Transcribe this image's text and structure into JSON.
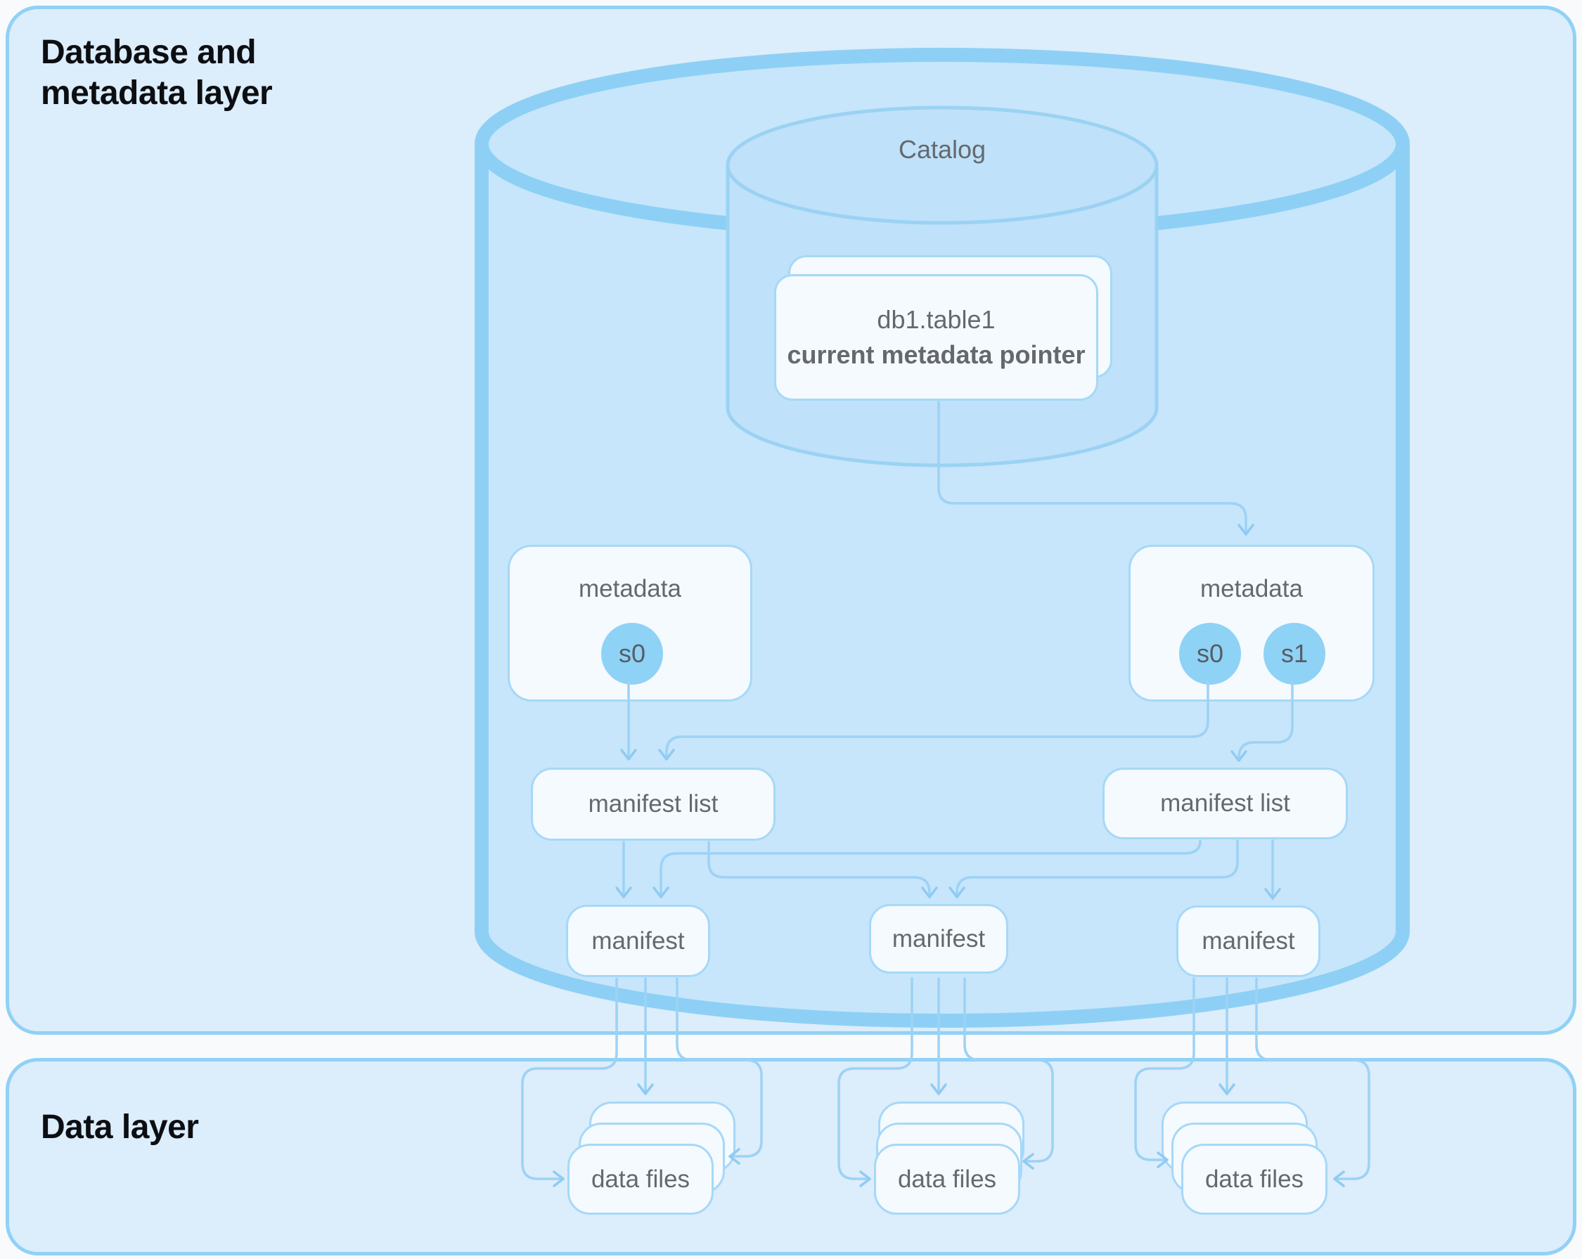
{
  "layers": {
    "metadata_layer": {
      "title_line1": "Database and",
      "title_line2": "metadata layer"
    },
    "data_layer": {
      "title": "Data layer"
    }
  },
  "catalog": {
    "label": "Catalog",
    "pointer_card": {
      "table_name": "db1.table1",
      "subtitle": "current metadata pointer"
    }
  },
  "metadata_files": [
    {
      "label": "metadata",
      "snapshots": [
        "s0"
      ]
    },
    {
      "label": "metadata",
      "snapshots": [
        "s0",
        "s1"
      ]
    }
  ],
  "manifest_lists": [
    {
      "label": "manifest list"
    },
    {
      "label": "manifest list"
    }
  ],
  "manifests": [
    {
      "label": "manifest"
    },
    {
      "label": "manifest"
    },
    {
      "label": "manifest"
    }
  ],
  "data_file_groups": [
    {
      "label": "data files"
    },
    {
      "label": "data files"
    },
    {
      "label": "data files"
    }
  ],
  "colors": {
    "page_bg": "#f9fafb",
    "panel_fill": "#dcedfb",
    "panel_border": "#90d1f6",
    "cyl_fill": "#c7e6fb",
    "cyl_stroke": "#8ed0f5",
    "inner_fill": "#bfe1f9",
    "inner_stroke": "#9bd2f3",
    "card_fill": "#f5fafe",
    "card_border": "#a6d8f8",
    "edge": "#9dd2f5",
    "arrow": "#8fcbf2",
    "snapshot_fill": "#8ed2f6",
    "label_text": "#65696e",
    "title_text": "#0c0e12",
    "snapshot_text": "#575d64"
  }
}
